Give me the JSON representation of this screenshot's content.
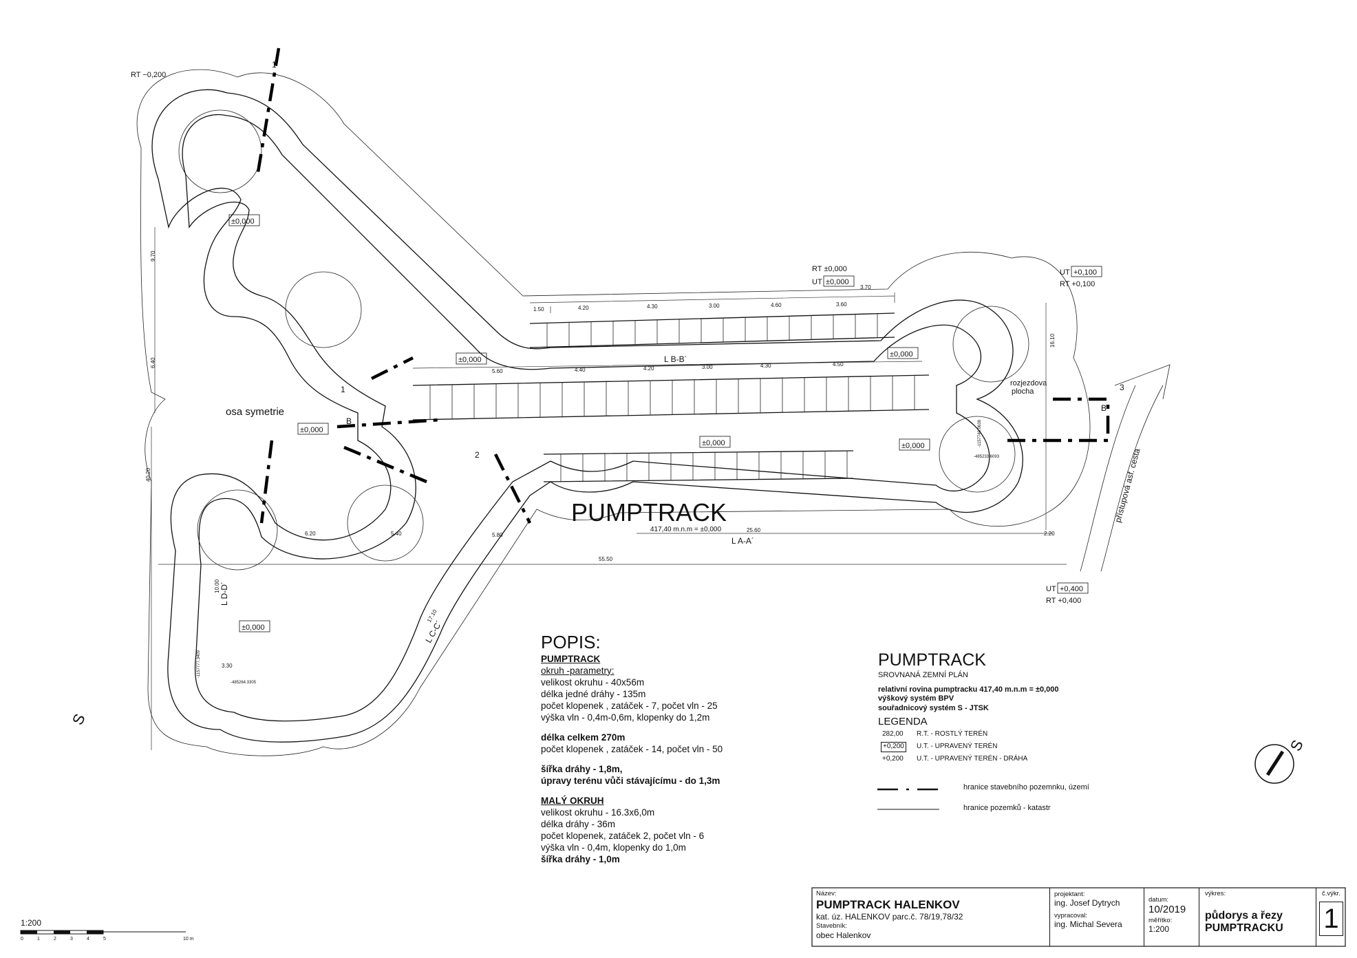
{
  "main_title": "PUMPTRACK",
  "main_subtitle": "417,40 m.n.m = ±0,000",
  "labels": {
    "osa": "osa symetrie",
    "rozjezd1": "rozjezdova",
    "rozjezd2": "plocha",
    "cesta": "přístupová asf. cesta",
    "rt_top_left": "RT −0,200",
    "rt_mid": "RT ±0,000",
    "ut_mid": "±0,000",
    "ut_mid_prefix": "UT",
    "ut_right": "+0,100",
    "ut_right_prefix": "UT",
    "rt_right": "RT +0,100",
    "ut_bottom": "+0,400",
    "ut_bottom_prefix": "UT",
    "rt_bottom": "RT +0,400",
    "boxes": [
      "±0,000",
      "±0,000",
      "±0,000",
      "±0,000",
      "±0,000",
      "±0,000",
      "±0,000"
    ],
    "section_bb": "L  B-B´",
    "section_aa": "L  A-A´",
    "section_cc": "L  C-C´",
    "section_dd": "L  D-D´",
    "dims_top": [
      "1.50",
      "4.20",
      "4.30",
      "3.00",
      "4.60",
      "3.60",
      "3.70"
    ],
    "dims_mid": [
      "5.60",
      "4.40",
      "4.20",
      "3.00",
      "4.30",
      "4.50"
    ],
    "dims_overall": [
      "55.50",
      "25.60",
      "40.20",
      "9.70",
      "6.40",
      "16.10",
      "5.80",
      "5.40",
      "6.20",
      "3.30",
      "17.10",
      "10.00",
      "2.20"
    ],
    "marks": [
      "B",
      "B´",
      "1",
      "1",
      "2",
      "3"
    ],
    "coords": [
      "-1157777.3409",
      "-485264.3305",
      "-485233.6093",
      "-1157740.0638"
    ]
  },
  "popis": {
    "title": "POPIS:",
    "heading": "PUMPTRACK",
    "sub": "okruh -parametry:",
    "lines": [
      "velikost okruhu - 40x56m",
      "délka jedné dráhy - 135m",
      "počet klopenek , zatáček - 7, počet vln - 25",
      "výška vln - 0,4m-0,6m, klopenky do 1,2m"
    ],
    "total1": "délka celkem 270m",
    "total2": "počet klopenek , zatáček - 14, počet vln - 50",
    "width1": "šířka dráhy - 1,8m,",
    "width2": "úpravy terénu vůči stávajícímu - do 1,3m",
    "small_heading": "MALÝ OKRUH",
    "small_lines": [
      "velikost okruhu - 16.3x6,0m",
      "délka dráhy - 36m",
      "počet klopenek, zatáček 2, počet vln - 6",
      "výška vln - 0,4m, klopenky do 1,0m"
    ],
    "small_width": "šířka dráhy - 1,0m"
  },
  "legend": {
    "title": "PUMPTRACK",
    "sub": "SROVNANÁ ZEMNÍ PLÁN",
    "info1": "relativní rovina pumptracku 417,40 m.n.m = ±0,000",
    "info2": "výškový systém  BPV",
    "info3": "souřadnicový systém S - JTSK",
    "legenda": "LEGENDA",
    "items": [
      {
        "sym": "282,00",
        "text": "R.T. - ROSTLÝ TERÉN"
      },
      {
        "sym": "+0,200",
        "text": "U.T. - UPRAVENÝ TERÉN"
      },
      {
        "sym": "+0,200",
        "text": "U.T. - UPRAVENÝ TERÉN - DRÁHA"
      }
    ],
    "line1": "hranice stavebního pozemnku, území",
    "line2": "hranice pozemků - katastr"
  },
  "north": "S",
  "north_left": "S",
  "scale": {
    "label": "1:200",
    "ticks": [
      "0",
      "1",
      "2",
      "3",
      "4",
      "5",
      "10 m"
    ]
  },
  "title_block": {
    "nazev_lbl": "Název:",
    "nazev": "PUMPTRACK HALENKOV",
    "kat": "kat. úz. HALENKOV  parc.č. 78/19,78/32",
    "stavebnik_lbl": "Stavebník:",
    "stavebnik": "obec Halenkov",
    "projektant_lbl": "projektant:",
    "projektant": "ing. Josef Dytrych",
    "vypracoval_lbl": "vypracoval:",
    "vypracoval": "ing. Michal Severa",
    "datum_lbl": "datum:",
    "datum": "10/2019",
    "meritko_lbl": "měřítko:",
    "meritko": "1:200",
    "vykres_lbl": "výkres:",
    "vykres1": "půdorys a řezy",
    "vykres2": "PUMPTRACKU",
    "cislo_lbl": "č.výkr.",
    "cislo": "1"
  }
}
